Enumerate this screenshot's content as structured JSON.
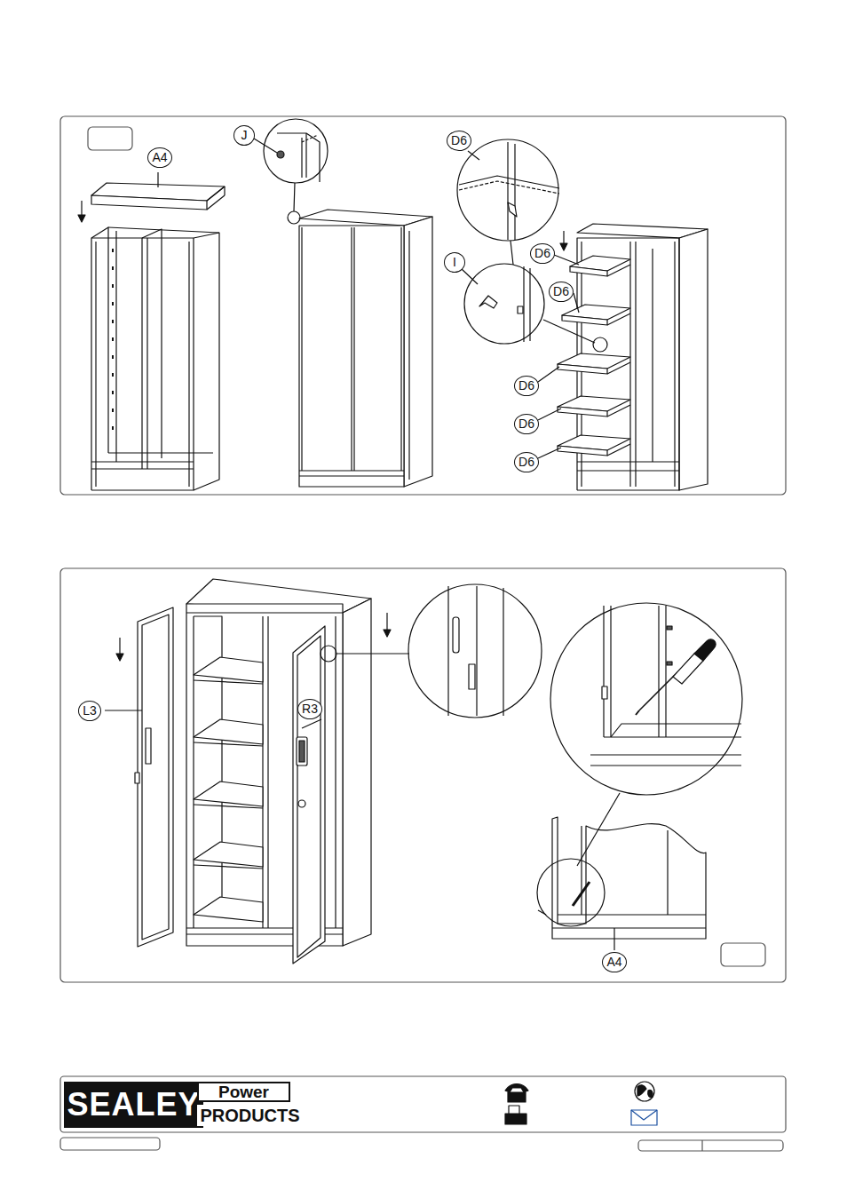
{
  "diagram": {
    "nodes": [
      {
        "text": [
          "A4"
        ]
      },
      {
        "text": [
          "J"
        ]
      },
      {
        "text": [
          "D6"
        ]
      },
      {
        "text": [
          "I"
        ]
      },
      {
        "text": [
          "D6"
        ]
      },
      {
        "text": [
          "D6"
        ]
      },
      {
        "text": [
          "D6"
        ]
      },
      {
        "text": [
          "D6"
        ]
      },
      {
        "text": [
          "D6"
        ]
      },
      {
        "text": [
          "L3"
        ]
      },
      {
        "text": [
          "R3"
        ]
      },
      {
        "text": [
          "A4"
        ]
      },
      {
        "text": [
          "SEALEY"
        ]
      },
      {
        "text": [
          "Power"
        ]
      },
      {
        "text": [
          "PRODUCTS"
        ]
      }
    ]
  }
}
